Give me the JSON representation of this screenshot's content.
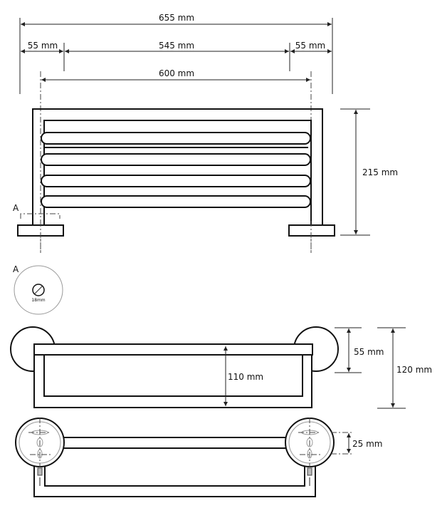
{
  "dimensions": {
    "overall_width": "655 mm",
    "left_offset": "55 mm",
    "inner_span": "545 mm",
    "right_offset": "55 mm",
    "center_distance": "600 mm",
    "height": "215 mm",
    "plate_depth": "55 mm",
    "shelf_depth": "110 mm",
    "total_depth": "120 mm",
    "bar_width": "25 mm"
  },
  "section": {
    "marker": "A",
    "detail_label": "A",
    "tube_diameter": "18mm"
  },
  "colors": {
    "line": "#111111",
    "construction": "#999999"
  }
}
